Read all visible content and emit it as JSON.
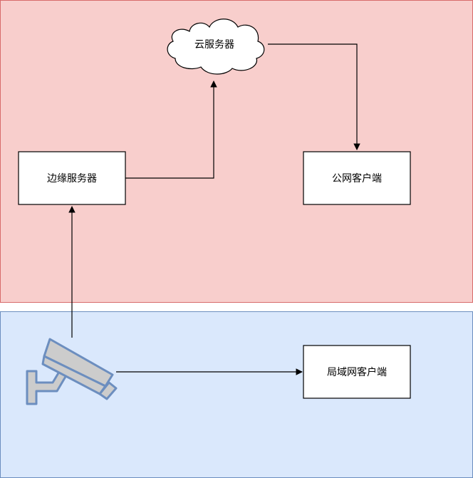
{
  "diagram": {
    "zones": {
      "public": {
        "fill": "#f8cecc",
        "stroke": "#d86b6b"
      },
      "lan": {
        "fill": "#dae8fc",
        "stroke": "#6c8ebf"
      }
    },
    "nodes": {
      "cloud_server": {
        "label": "云服务器",
        "shape": "cloud"
      },
      "edge_server": {
        "label": "边缘服务器",
        "shape": "rect"
      },
      "public_client": {
        "label": "公网客户端",
        "shape": "rect"
      },
      "lan_client": {
        "label": "局域网客户端",
        "shape": "rect"
      },
      "camera": {
        "icon": "security-camera-icon",
        "fill": "#cccccc",
        "stroke": "#6c8ebf"
      }
    },
    "edges": [
      {
        "from": "camera",
        "to": "edge_server"
      },
      {
        "from": "edge_server",
        "to": "cloud_server"
      },
      {
        "from": "cloud_server",
        "to": "public_client"
      },
      {
        "from": "camera",
        "to": "lan_client"
      }
    ],
    "edge_color": "#000000"
  }
}
